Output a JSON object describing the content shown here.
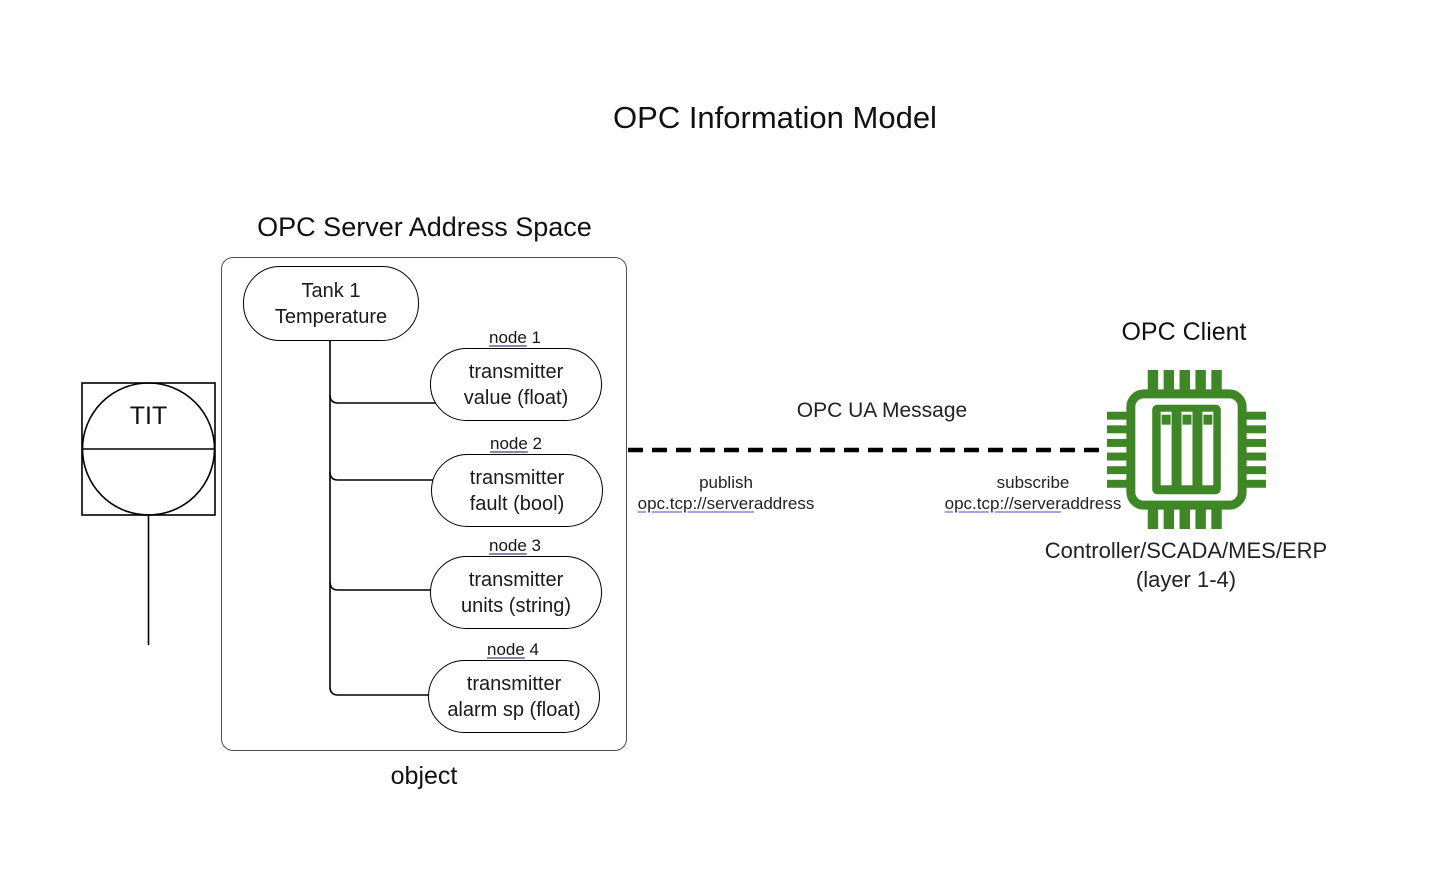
{
  "title": "OPC Information Model",
  "server": {
    "heading": "OPC Server Address Space",
    "root": {
      "line1": "Tank 1",
      "line2": "Temperature"
    },
    "nodes": [
      {
        "label_word": "node",
        "label_rest": " 1",
        "line1": "transmitter",
        "line2": "value (float)"
      },
      {
        "label_word": "node",
        "label_rest": " 2",
        "line1": "transmitter",
        "line2": "fault (bool)"
      },
      {
        "label_word": "node",
        "label_rest": " 3",
        "line1": "transmitter",
        "line2": "units (string)"
      },
      {
        "label_word": "node",
        "label_rest": " 4",
        "line1": "transmitter",
        "line2": "alarm sp (float)"
      }
    ],
    "caption": "object"
  },
  "instrument": {
    "label": "TIT"
  },
  "message": {
    "label": "OPC UA Message",
    "publish": {
      "action": "publish",
      "address_underlined": "opc.tcp://server",
      "address_rest": "address"
    },
    "subscribe": {
      "action": "subscribe",
      "address_underlined": "opc.tcp://server",
      "address_rest": "address"
    }
  },
  "client": {
    "heading": "OPC Client",
    "caption_line1": "Controller/SCADA/MES/ERP",
    "caption_line2": "(layer 1-4)",
    "icon": "chip-icon",
    "accent_color": "#3e8626"
  },
  "colors": {
    "line": "#000000",
    "box_border": "#4d4d4d",
    "spellcheck_underline": "#a5a5e2",
    "chip_green": "#3e8626"
  }
}
